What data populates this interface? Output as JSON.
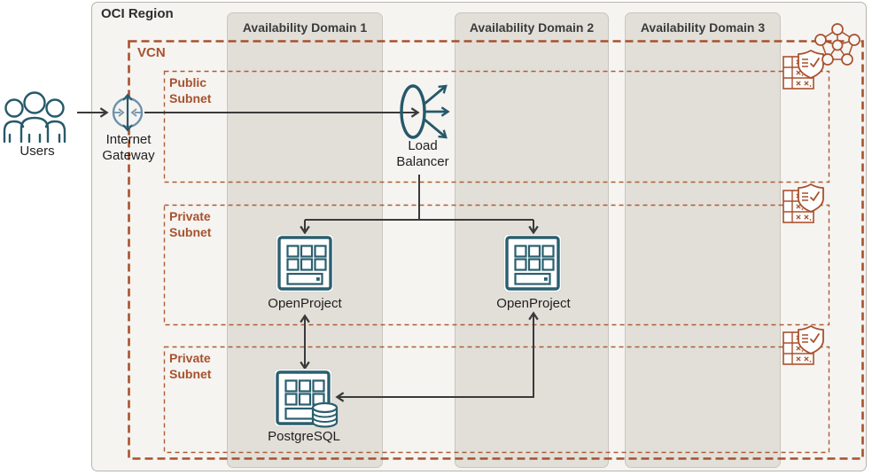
{
  "diagram": {
    "region": {
      "label": "OCI Region"
    },
    "availability_domains": [
      {
        "label": "Availability Domain 1"
      },
      {
        "label": "Availability Domain 2"
      },
      {
        "label": "Availability Domain 3"
      }
    ],
    "vcn": {
      "label": "VCN"
    },
    "subnets": [
      {
        "type": "public",
        "label": "Public Subnet"
      },
      {
        "type": "private",
        "label": "Private Subnet"
      },
      {
        "type": "private",
        "label": "Private Subnet"
      }
    ],
    "nodes": {
      "users": {
        "label": "Users",
        "icon": "users-icon"
      },
      "internet_gateway": {
        "label": "Internet Gateway",
        "icon": "internet-gateway-icon"
      },
      "load_balancer": {
        "label": "Load Balancer",
        "icon": "load-balancer-icon"
      },
      "openproject_1": {
        "label": "OpenProject",
        "icon": "compute-instance-icon",
        "placement": "Availability Domain 1 / Private Subnet"
      },
      "openproject_2": {
        "label": "OpenProject",
        "icon": "compute-instance-icon",
        "placement": "Availability Domain 2 / Private Subnet"
      },
      "postgresql": {
        "label": "PostgreSQL",
        "icon": "database-instance-icon",
        "placement": "Availability Domain 1 / Private Subnet"
      }
    },
    "decorations": [
      {
        "icon": "vcn-mesh-icon",
        "on": "VCN top-right corner"
      },
      {
        "icon": "route-table-security-list-icon",
        "on": "Public Subnet"
      },
      {
        "icon": "route-table-security-list-icon",
        "on": "Private Subnet 1"
      },
      {
        "icon": "route-table-security-list-icon",
        "on": "Private Subnet 2"
      }
    ],
    "edges": [
      {
        "from": "users",
        "to": "internet_gateway",
        "direction": "one-way"
      },
      {
        "from": "internet_gateway",
        "to": "load_balancer",
        "direction": "one-way"
      },
      {
        "from": "load_balancer",
        "to": "openproject_1",
        "direction": "one-way"
      },
      {
        "from": "load_balancer",
        "to": "openproject_2",
        "direction": "one-way"
      },
      {
        "from": "openproject_1",
        "to": "postgresql",
        "direction": "two-way"
      },
      {
        "from": "openproject_2",
        "to": "postgresql",
        "direction": "two-way"
      }
    ],
    "colors": {
      "accent_orange": "#a8512d",
      "icon_teal": "#27596a",
      "gateway_blue": "#6b91ad",
      "arrow_dark": "#3a3a3a",
      "ad_fill": "#e2dfd9",
      "region_fill": "#f5f4f1"
    }
  }
}
